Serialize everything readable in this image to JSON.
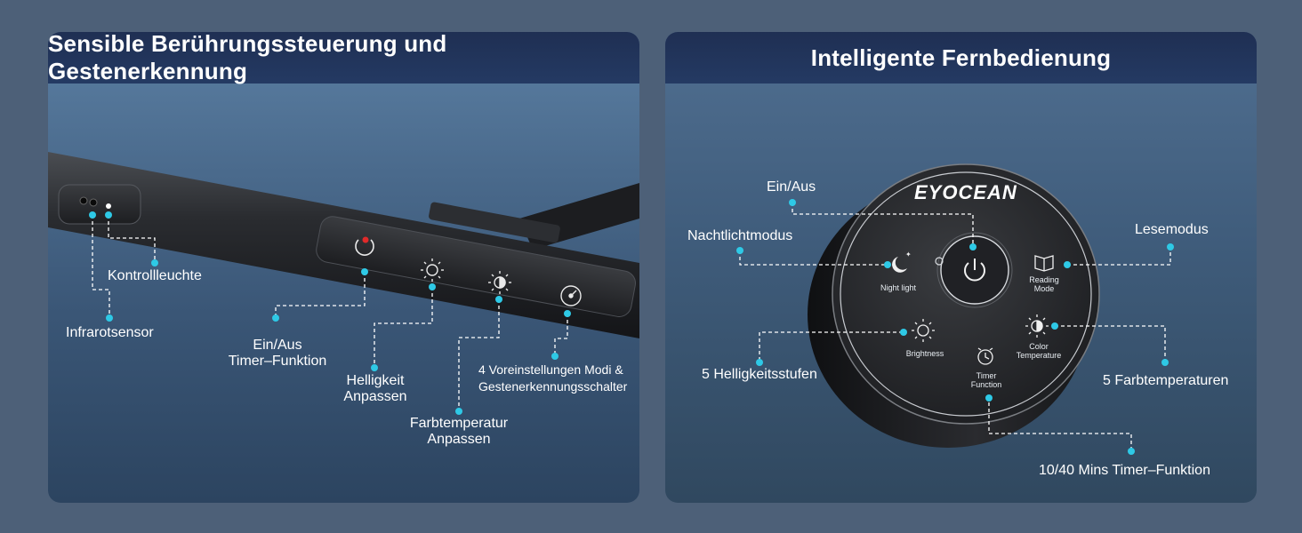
{
  "left": {
    "title": "Sensible Berührungssteuerung und Gestenerkennung",
    "labels": {
      "control_light": "Kontrollleuchte",
      "infrared": "Infrarotsensor",
      "onoff_line1": "Ein/Aus",
      "onoff_line2": "Timer–Funktion",
      "brightness_line1": "Helligkeit",
      "brightness_line2": "Anpassen",
      "colortemp_line1": "Farbtemperatur",
      "colortemp_line2": "Anpassen",
      "modes_line1": "4 Voreinstellungen Modi &",
      "modes_line2": "Gestenerkennungsschalter"
    }
  },
  "right": {
    "title": "Intelligente Fernbedienung",
    "brand": "EYOCEAN",
    "device_labels": {
      "night_light": "Night light",
      "reading_line1": "Reading",
      "reading_line2": "Mode",
      "brightness": "Brightness",
      "color_line1": "Color",
      "color_line2": "Temperature",
      "timer_line1": "Timer",
      "timer_line2": "Function"
    },
    "labels": {
      "onoff": "Ein/Aus",
      "night_mode": "Nachtlichtmodus",
      "reading_mode": "Lesemodus",
      "brightness_levels": "5 Helligkeitsstufen",
      "color_temps": "5 Farbtemperaturen",
      "timer": "10/40 Mins Timer–Funktion"
    }
  },
  "colors": {
    "accent_dot": "#2ec9e6",
    "header_bg": "#1f2f53",
    "power_indicator": "#e02a2a"
  }
}
